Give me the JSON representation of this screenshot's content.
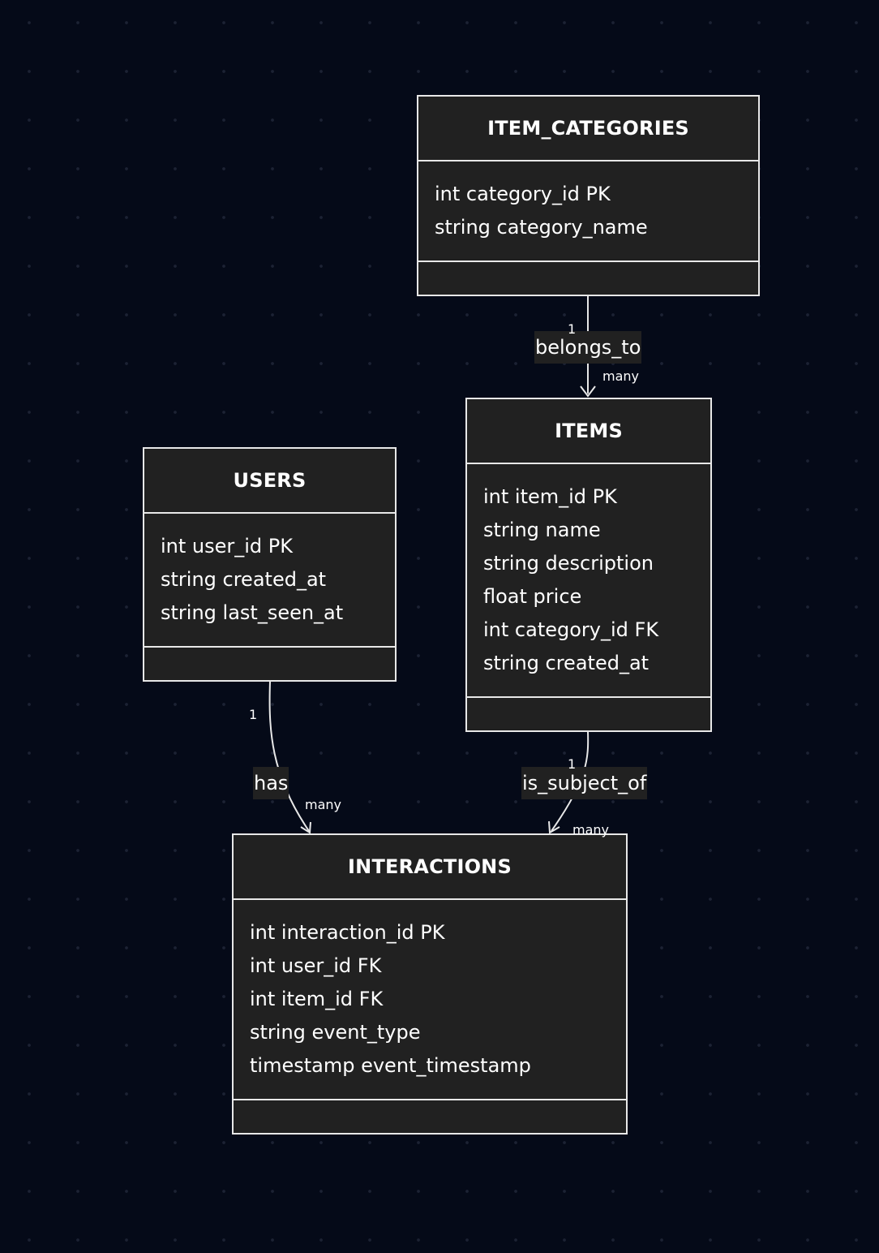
{
  "entities": {
    "item_categories": {
      "title": "ITEM_CATEGORIES",
      "attributes": [
        "int category_id PK",
        "string category_name"
      ]
    },
    "items": {
      "title": "ITEMS",
      "attributes": [
        "int item_id PK",
        "string name",
        "string description",
        "float price",
        "int category_id FK",
        "string created_at"
      ]
    },
    "users": {
      "title": "USERS",
      "attributes": [
        "int user_id PK",
        "string created_at",
        "string last_seen_at"
      ]
    },
    "interactions": {
      "title": "INTERACTIONS",
      "attributes": [
        "int interaction_id PK",
        "int user_id FK",
        "int item_id FK",
        "string event_type",
        "timestamp event_timestamp"
      ]
    }
  },
  "relationships": {
    "belongs_to": {
      "label": "belongs_to",
      "from_card": "1",
      "to_card": "many"
    },
    "has": {
      "label": "has",
      "from_card": "1",
      "to_card": "many"
    },
    "is_subject_of": {
      "label": "is_subject_of",
      "from_card": "1",
      "to_card": "many"
    }
  },
  "colors": {
    "background": "#050a18",
    "entity_fill": "#212121",
    "stroke": "#e8e8e8",
    "text": "#ffffff"
  }
}
